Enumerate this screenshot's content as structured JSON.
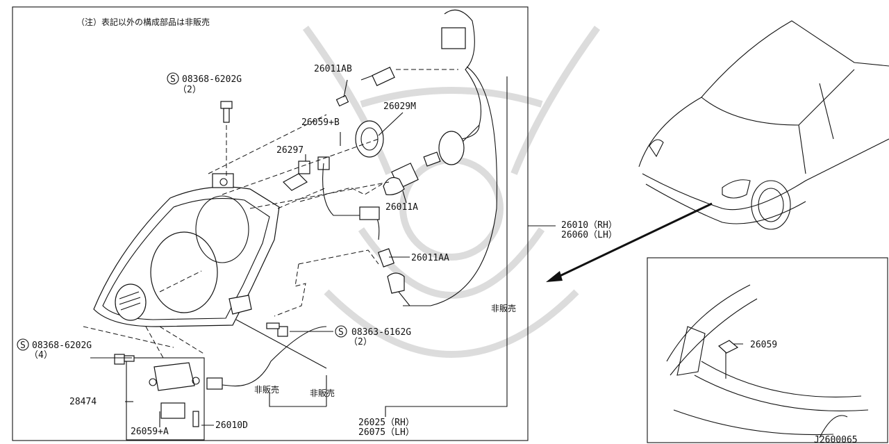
{
  "note": "（注）表記以外の構成部品は非販売",
  "labels": {
    "bolt_top": "08368-6202G",
    "bolt_top_qty": "（2）",
    "bolt_left": "08368-6202G",
    "bolt_left_qty": "（4）",
    "bolt_mid": "08363-6162G",
    "bolt_mid_qty": "（2）",
    "p26011AB": "26011AB",
    "p26029M": "26029M",
    "p26059B": "26059+B",
    "p26297": "26297",
    "p26011A": "26011A",
    "p26011AA": "26011AA",
    "p26010_rh": "26010（RH）",
    "p26060_lh": "26060（LH）",
    "p28474": "28474",
    "p26059A": "26059+A",
    "p26010D": "26010D",
    "p26025_rh": "26025（RH）",
    "p26075_lh": "26075（LH）",
    "p26059": "26059",
    "not_sold_1": "非販売",
    "not_sold_2": "非販売",
    "not_sold_3": "非販売",
    "diagram_code": "J2600065",
    "s_mark": "S"
  }
}
